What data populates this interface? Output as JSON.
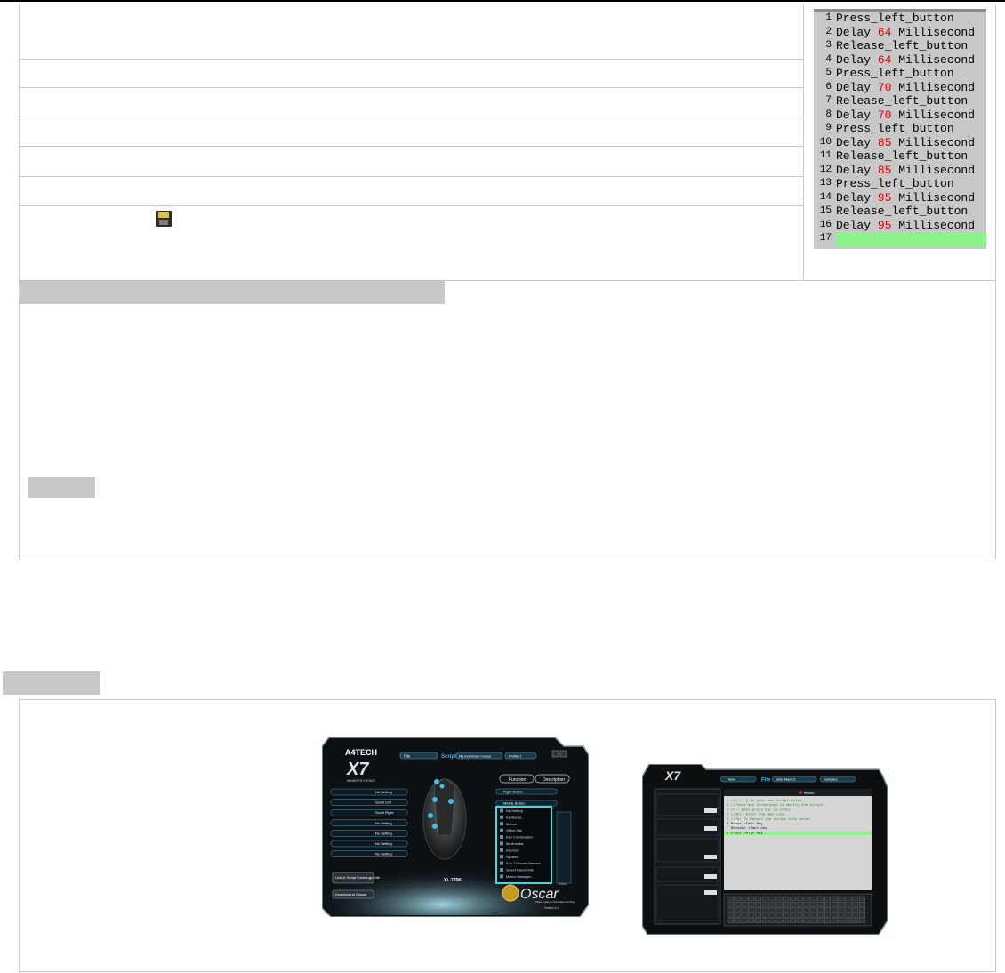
{
  "code_listing": [
    {
      "n": "1",
      "text": "Press_left_button",
      "value": "",
      "unit": ""
    },
    {
      "n": "2",
      "text": "Delay ",
      "value": "64",
      "unit": " Millisecond"
    },
    {
      "n": "3",
      "text": "Release_left_button",
      "value": "",
      "unit": ""
    },
    {
      "n": "4",
      "text": "Delay ",
      "value": "64",
      "unit": " Millisecond"
    },
    {
      "n": "5",
      "text": "Press_left_button",
      "value": "",
      "unit": ""
    },
    {
      "n": "6",
      "text": "Delay ",
      "value": "70",
      "unit": " Millisecond"
    },
    {
      "n": "7",
      "text": "Release_left_button",
      "value": "",
      "unit": ""
    },
    {
      "n": "8",
      "text": "Delay ",
      "value": "70",
      "unit": " Millisecond"
    },
    {
      "n": "9",
      "text": "Press_left_button",
      "value": "",
      "unit": ""
    },
    {
      "n": "10",
      "text": "Delay ",
      "value": "85",
      "unit": " Millisecond"
    },
    {
      "n": "11",
      "text": "Release_left_button",
      "value": "",
      "unit": ""
    },
    {
      "n": "12",
      "text": "Delay ",
      "value": "85",
      "unit": " Millisecond"
    },
    {
      "n": "13",
      "text": "Press_left_button",
      "value": "",
      "unit": ""
    },
    {
      "n": "14",
      "text": "Delay ",
      "value": "95",
      "unit": " Millisecond"
    },
    {
      "n": "15",
      "text": "Release_left_button",
      "value": "",
      "unit": ""
    },
    {
      "n": "16",
      "text": "Delay ",
      "value": "95",
      "unit": " Millisecond"
    },
    {
      "n": "17",
      "text": "",
      "value": "",
      "unit": ""
    }
  ],
  "shot1": {
    "brand": "A4TECH",
    "product": "X7",
    "tagline": "WINNER'S CHOICE",
    "file_label": "File",
    "script_label": "Script",
    "mouse_name": "My individual mouse",
    "profile": "Profile 1",
    "function_tab": "Function",
    "description_tab": "Description",
    "left_buttons": [
      "No Setting",
      "Scroll Left",
      "Scroll Right",
      "No Setting",
      "No Setting",
      "No Setting",
      "No Setting"
    ],
    "right_buttons": [
      "Right Button",
      "Middle Button"
    ],
    "menu_items": [
      "No Setting",
      "Keyboard...",
      "Mouse",
      "Office Kits",
      "Key Combination",
      "Multimedia",
      "Internet",
      "System",
      "3-in-1 Mouse Gesture",
      "Select Macro File",
      "Macro Manager..."
    ],
    "model": "XL-770K",
    "link_button": "Link to Script Exchange Site",
    "download_button": "Download to Mouse",
    "oscar": "Oscar",
    "oscar_sub": "Editor",
    "oscar_tagline": "Tailor-made to Dominate the Play",
    "version": "Version 3.4"
  },
  "shot2": {
    "product": "X7",
    "new_label": "New",
    "file_label": "File",
    "file_name": "oldie Macro1",
    "samples_label": "Samples",
    "record_label": "Record",
    "code_lines": [
      "1 //[... ] is your own script below.",
      "2 //There are three keys to modify the script.",
      "3 //l: Edit press bar in order.",
      "4 //Shr: Enter the New Line.",
      "5 //F9: To Record the script into mouse.",
      "6 Press <Tab> Key",
      "7 Release <Tab> key",
      "8 Press <Alt> Key"
    ]
  },
  "colors": {
    "code_bg": "#c8c8c8",
    "code_active": "#8cf28a",
    "delay_value": "#e00000",
    "highlight_box": "#3ed8e0"
  }
}
